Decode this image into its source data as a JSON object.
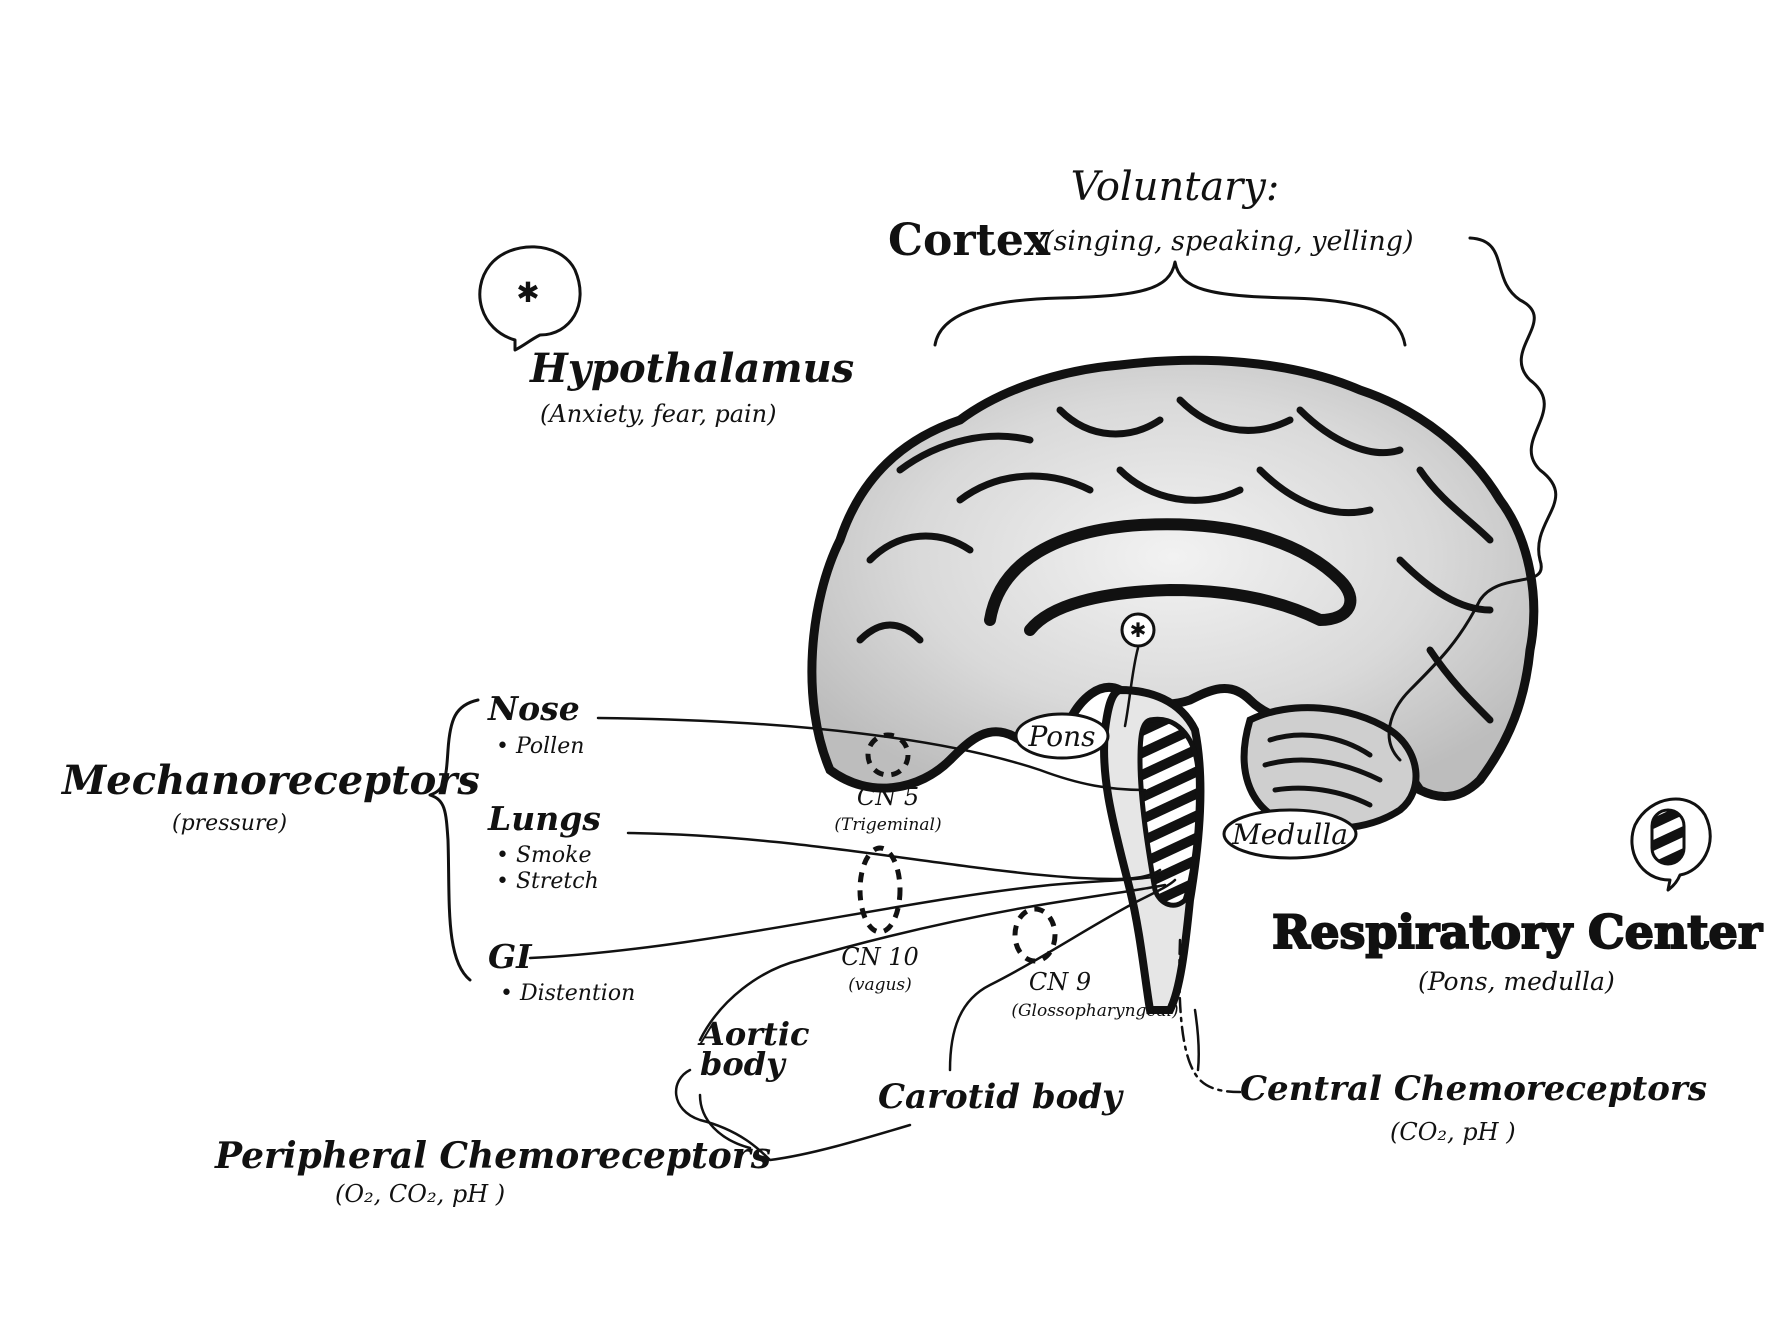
{
  "voluntary": {
    "heading": "Voluntary:",
    "label": "Cortex",
    "examples": "(singing, speaking, yelling)"
  },
  "hypothalamus": {
    "label": "Hypothalamus",
    "examples": "(Anxiety, fear, pain)"
  },
  "mechanoreceptors": {
    "label": "Mechanoreceptors",
    "sub": "(pressure)",
    "groups": [
      {
        "name": "Nose",
        "items": [
          "• Pollen"
        ]
      },
      {
        "name": "Lungs",
        "items": [
          "• Smoke",
          "• Stretch"
        ]
      },
      {
        "name": "GI",
        "items": [
          "• Distention"
        ]
      }
    ]
  },
  "nerves": {
    "cn5": {
      "label": "CN 5",
      "sub": "(Trigeminal)"
    },
    "cn10": {
      "label": "CN 10",
      "sub": "(vagus)"
    },
    "cn9": {
      "label": "CN 9",
      "sub": "(Glossopharyngeal)"
    }
  },
  "brainstem": {
    "pons": "Pons",
    "medulla": "Medulla"
  },
  "respiratory_center": {
    "label": "Respiratory Center",
    "sub": "(Pons, medulla)"
  },
  "chemoreceptors": {
    "aortic_line1": "Aortic",
    "aortic_line2": "body",
    "carotid": "Carotid body",
    "central": "Central Chemoreceptors",
    "central_sub": "(CO₂, pH )",
    "peripheral": "Peripheral Chemoreceptors",
    "peripheral_sub": "(O₂, CO₂, pH )"
  }
}
